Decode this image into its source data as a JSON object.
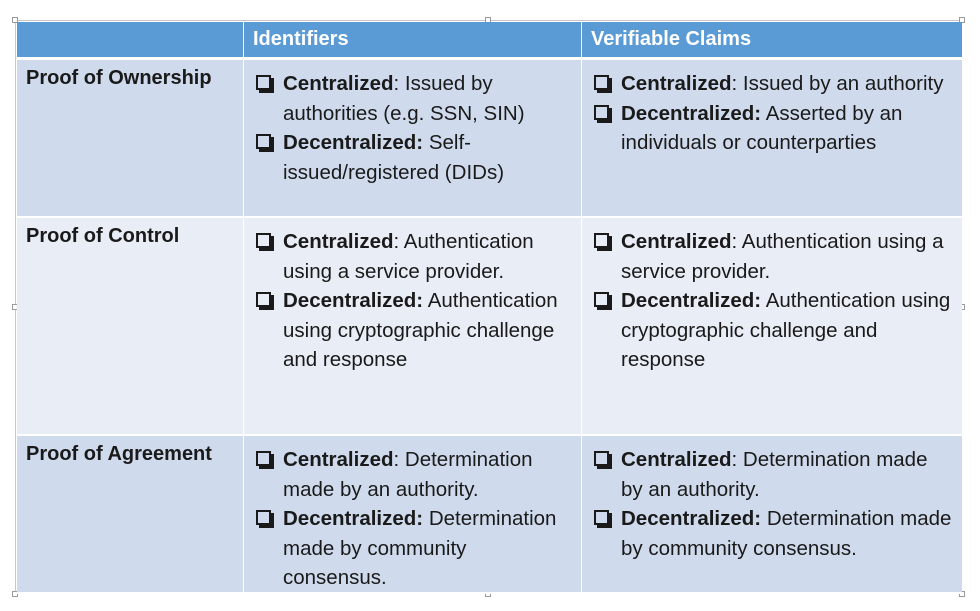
{
  "table": {
    "headers": [
      "",
      "Identifiers",
      "Verifiable Claims"
    ],
    "rows": [
      {
        "label": "Proof of Ownership",
        "cells": [
          [
            {
              "term": "Centralized",
              "sep": ":",
              "text": " Issued by authorities (e.g. SSN, SIN)"
            },
            {
              "term": "Decentralized:",
              "sep": "",
              "text": " Self-issued/registered (DIDs)"
            }
          ],
          [
            {
              "term": "Centralized",
              "sep": ":",
              "text": " Issued by an authority"
            },
            {
              "term": "Decentralized:",
              "sep": "",
              "text": " Asserted by an individuals or counterparties"
            }
          ]
        ]
      },
      {
        "label": "Proof of Control",
        "cells": [
          [
            {
              "term": "Centralized",
              "sep": ":",
              "text": " Authentication using a service provider."
            },
            {
              "term": "Decentralized:",
              "sep": "",
              "text": " Authentication using cryptographic challenge and response"
            }
          ],
          [
            {
              "term": "Centralized",
              "sep": ":",
              "text": " Authentication using a service provider."
            },
            {
              "term": "Decentralized:",
              "sep": "",
              "text": " Authentication using cryptographic challenge and response"
            }
          ]
        ]
      },
      {
        "label": "Proof of Agreement",
        "cells": [
          [
            {
              "term": "Centralized",
              "sep": ":",
              "text": " Determination made by an authority."
            },
            {
              "term": "Decentralized:",
              "sep": "",
              "text": " Determination made by community consensus."
            }
          ],
          [
            {
              "term": "Centralized",
              "sep": ":",
              "text": " Determination made by an authority."
            },
            {
              "term": "Decentralized:",
              "sep": "",
              "text": " Determination made by community consensus."
            }
          ]
        ]
      }
    ]
  },
  "colors": {
    "header_bg": "#5b9bd5",
    "row_dark": "#cfdbed",
    "row_light": "#e8edf6",
    "text": "#1a1a1a"
  },
  "icons": {
    "bullet": "checkbox-icon"
  }
}
